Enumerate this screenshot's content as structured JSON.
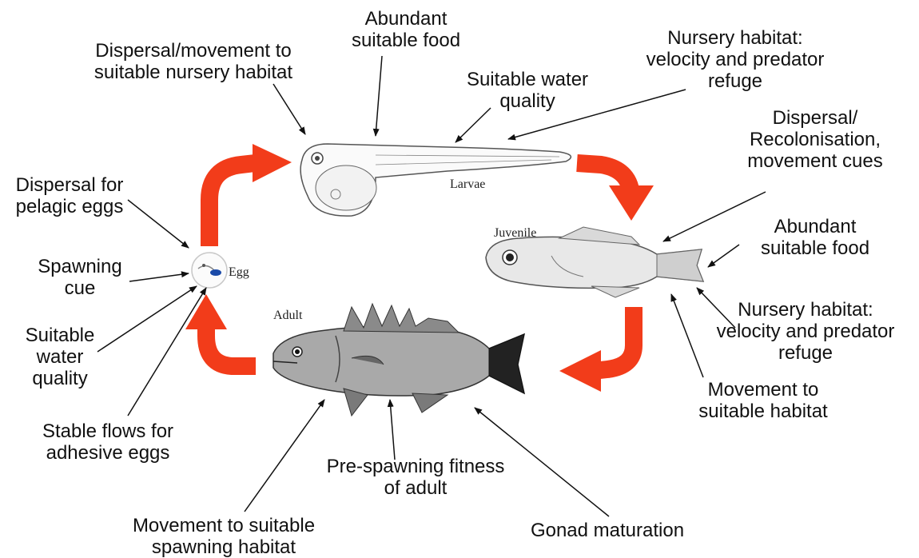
{
  "stages": {
    "egg": "Egg",
    "larvae": "Larvae",
    "juvenile": "Juvenile",
    "adult": "Adult"
  },
  "labels": {
    "abundant_food_larvae": [
      "Abundant",
      "suitable food"
    ],
    "dispersal_nursery": [
      "Dispersal/movement to",
      "suitable nursery habitat"
    ],
    "nursery_habitat_larvae": [
      "Nursery habitat:",
      "velocity and predator",
      "refuge"
    ],
    "water_quality_larvae": [
      "Suitable water",
      "quality"
    ],
    "dispersal_recolonisation": [
      "Dispersal/",
      "Recolonisation,",
      "movement cues"
    ],
    "dispersal_pelagic": [
      "Dispersal for",
      "pelagic eggs"
    ],
    "spawning_cue": [
      "Spawning",
      "cue"
    ],
    "water_quality_egg": [
      "Suitable",
      "water",
      "quality"
    ],
    "stable_flows": [
      "Stable flows for",
      "adhesive eggs"
    ],
    "abundant_food_juvenile": [
      "Abundant",
      "suitable food"
    ],
    "nursery_habitat_juvenile": [
      "Nursery habitat:",
      "velocity and predator",
      "refuge"
    ],
    "movement_suitable_habitat": [
      "Movement to",
      "suitable habitat"
    ],
    "pre_spawning_fitness": [
      "Pre-spawning fitness",
      "of adult"
    ],
    "movement_spawning_habitat": [
      "Movement to suitable",
      "spawning habitat"
    ],
    "gonad_maturation": [
      "Gonad maturation"
    ]
  },
  "colors": {
    "cycle_arrow": "#f23c1a",
    "pointer_line": "#111111",
    "egg_yolk": "#1a4aa8"
  }
}
